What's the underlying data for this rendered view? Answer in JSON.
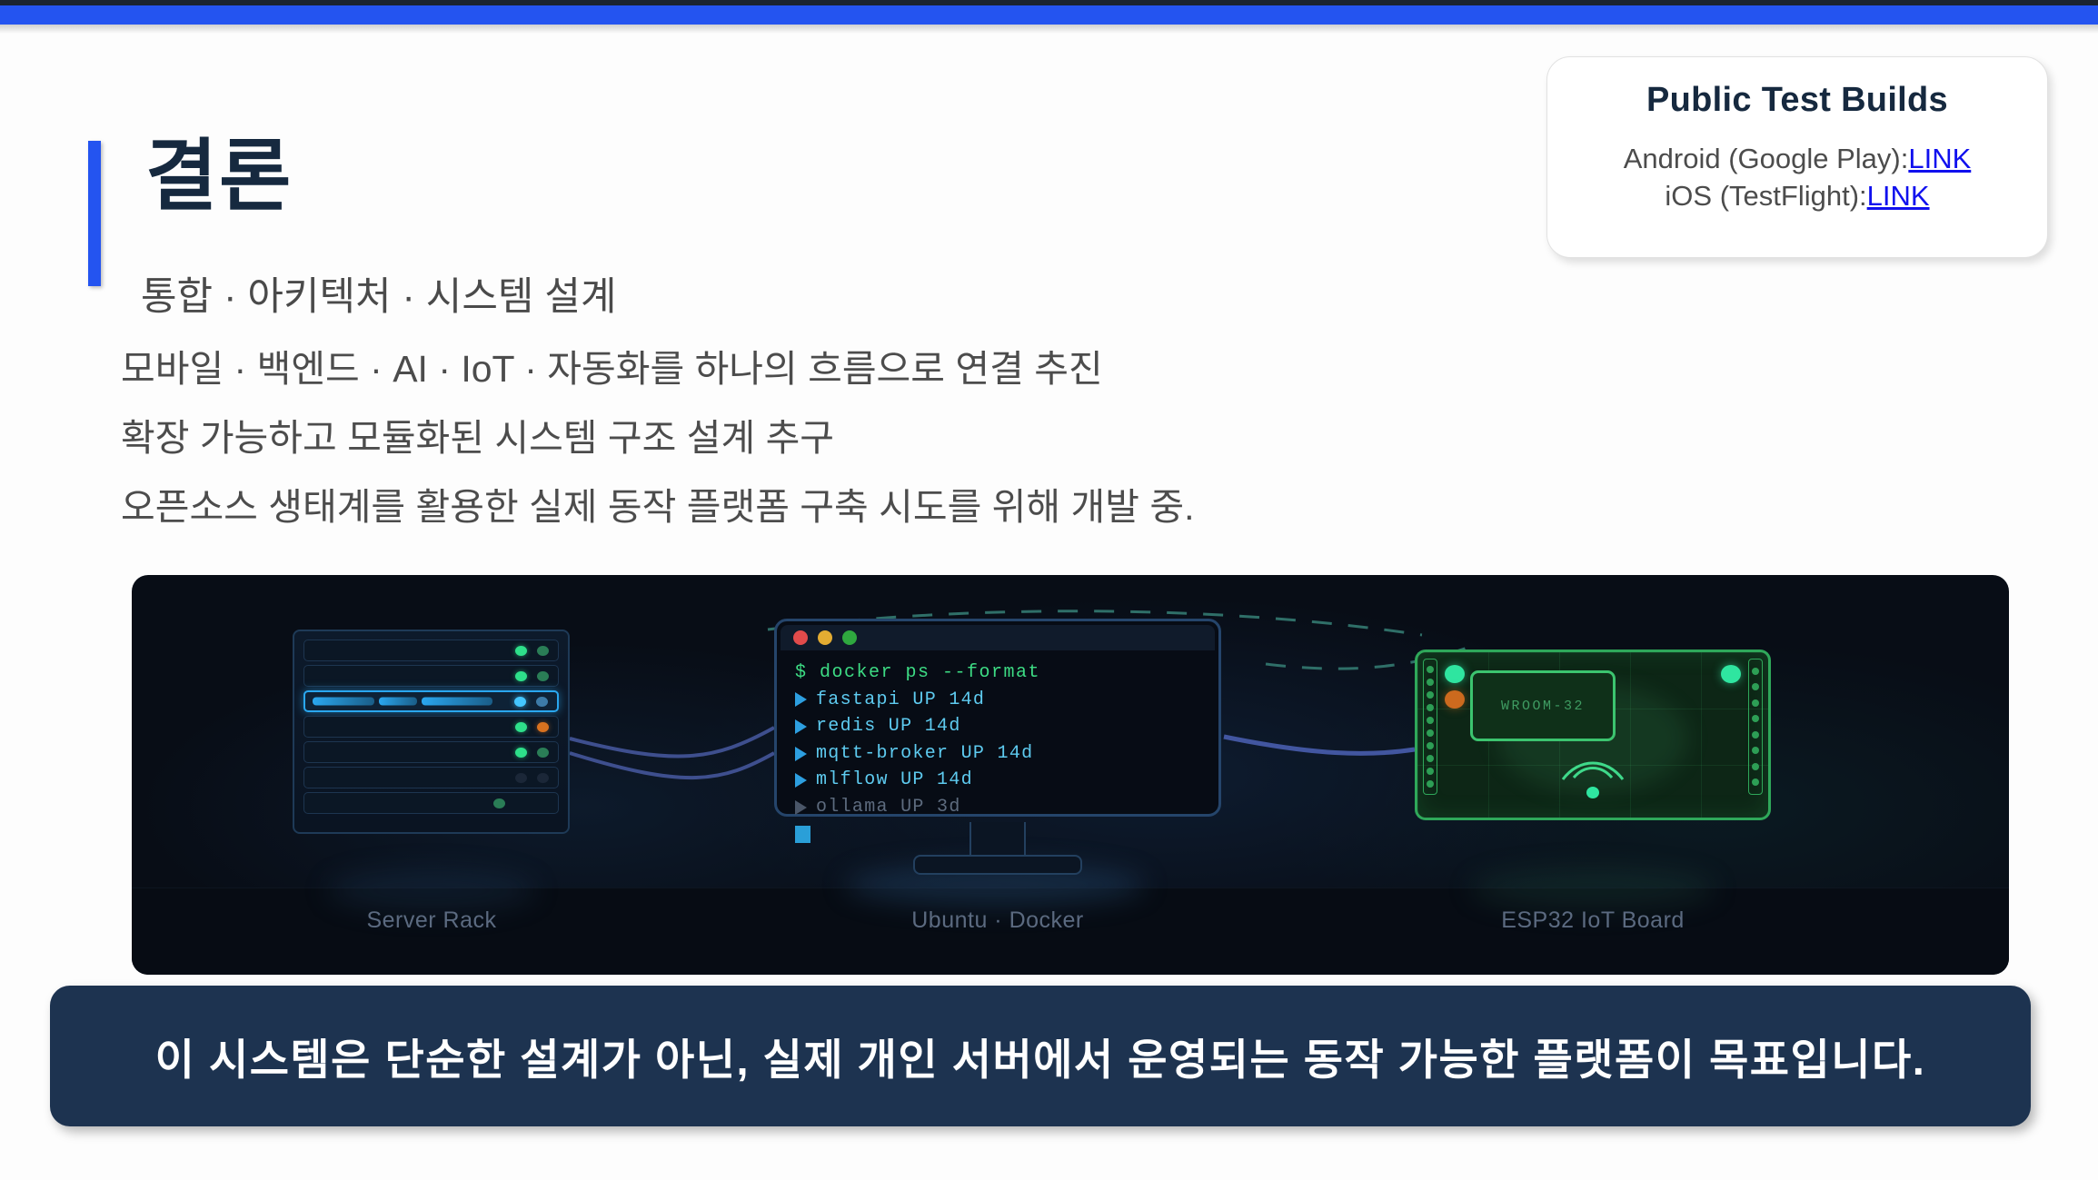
{
  "theme": {
    "accent_blue": "#2454f0",
    "title_navy": "#16293f",
    "banner_navy": "#1d3350",
    "link_blue": "#1010ee",
    "body_gray": "#4c4c4c"
  },
  "header": {
    "title": "결론",
    "subtitle": "통합 · 아키텍처 · 시스템 설계"
  },
  "body": {
    "lines": [
      "모바일 · 백엔드 · AI · IoT · 자동화를 하나의 흐름으로 연결 추진",
      "확장 가능하고 모듈화된 시스템 구조 설계 추구",
      "오픈소스 생태계를 활용한 실제 동작 플랫폼 구축 시도를 위해 개발 중."
    ]
  },
  "info_card": {
    "title": "Public Test Builds",
    "rows": [
      {
        "label": "Android (Google Play):",
        "link": "LINK"
      },
      {
        "label": "iOS (TestFlight):",
        "link": "LINK"
      }
    ]
  },
  "illustration": {
    "labels": {
      "server_rack": "Server Rack",
      "ubuntu_docker": "Ubuntu · Docker",
      "esp32": "ESP32 IoT Board"
    },
    "terminal": {
      "prompt": "$ docker ps --format",
      "rows": [
        {
          "text": "fastapi UP 14d",
          "state": "up"
        },
        {
          "text": "redis UP 14d",
          "state": "up"
        },
        {
          "text": "mqtt-broker UP 14d",
          "state": "up"
        },
        {
          "text": "mlflow UP 14d",
          "state": "up"
        },
        {
          "text": "ollama UP 3d",
          "state": "dim"
        }
      ]
    },
    "board": {
      "chip_label": "WROOM-32"
    }
  },
  "banner": {
    "text": "이 시스템은 단순한 설계가 아닌, 실제 개인 서버에서 운영되는 동작 가능한 플랫폼이 목표입니다."
  }
}
